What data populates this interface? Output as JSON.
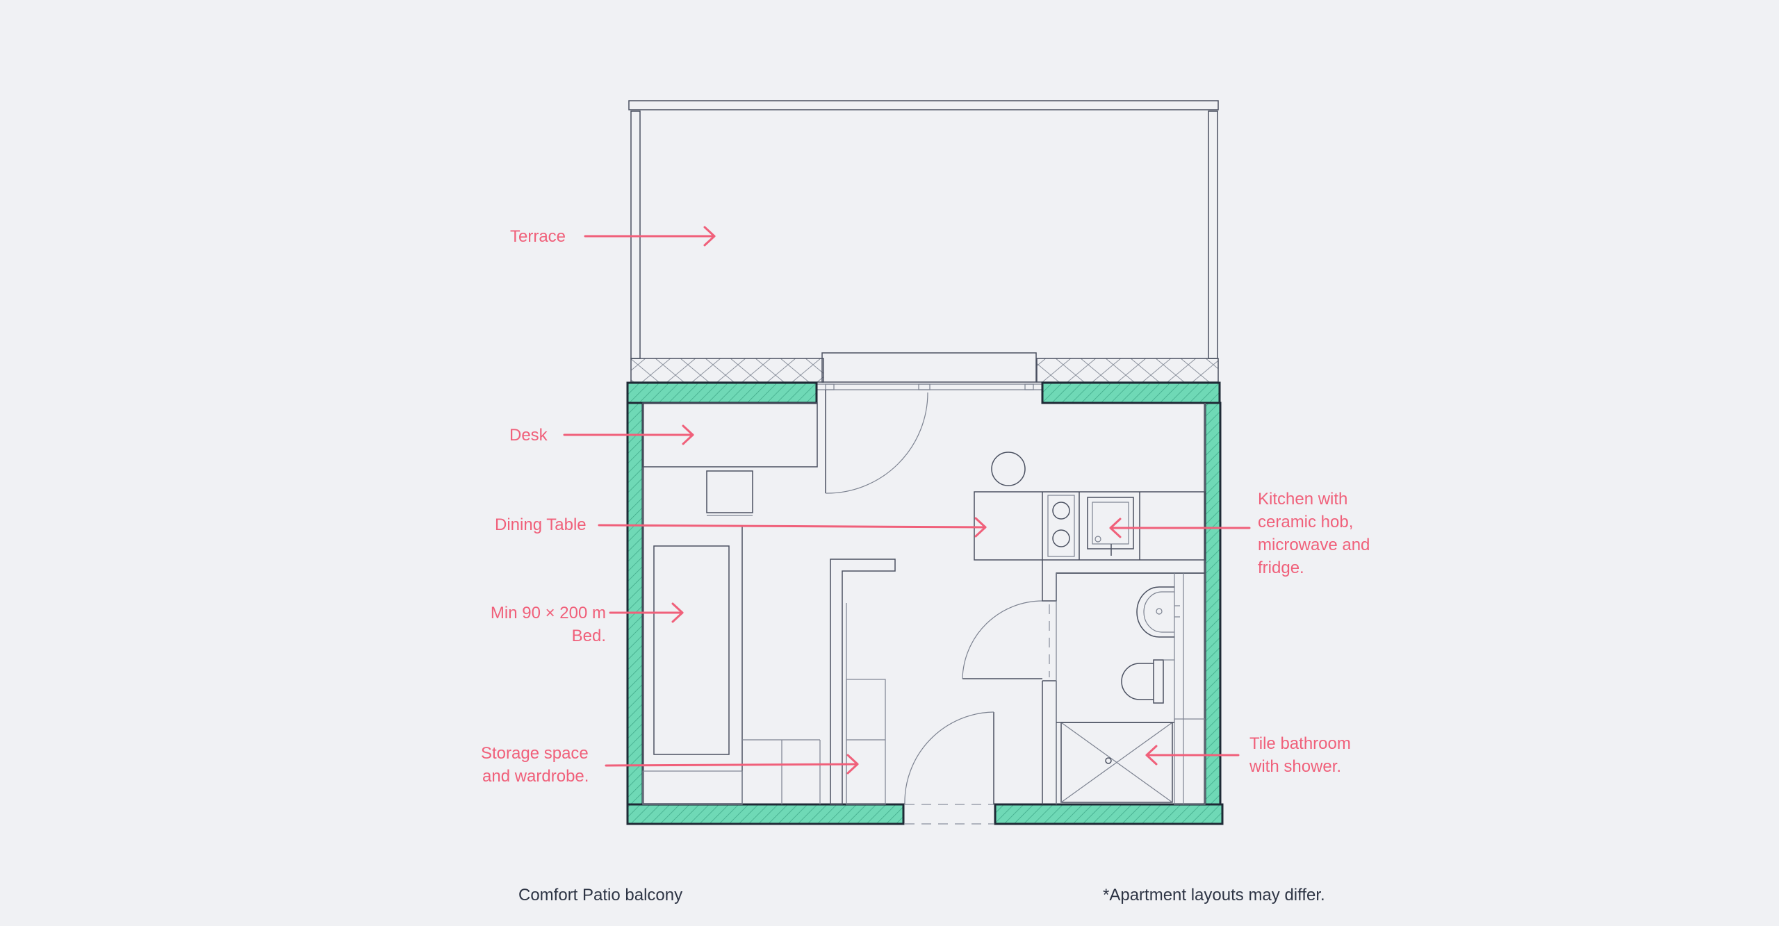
{
  "labels": {
    "terrace": "Terrace",
    "desk": "Desk",
    "dining_table": "Dining Table",
    "bed_line1": "Min 90 × 200 m",
    "bed_line2": "Bed.",
    "storage_line1": "Storage space",
    "storage_line2": "and wardrobe.",
    "kitchen_line1": "Kitchen with",
    "kitchen_line2": "ceramic hob,",
    "kitchen_line3": "microwave and",
    "kitchen_line4": "fridge.",
    "bathroom_line1": "Tile bathroom",
    "bathroom_line2": "with shower."
  },
  "captions": {
    "layout_name": "Comfort Patio balcony",
    "disclaimer": "*Apartment layouts may differ."
  },
  "colors": {
    "accent": "#f0607a",
    "wall_fill": "#6fd9b6",
    "line": "#4a5060",
    "background": "#f0f1f4",
    "caption": "#2d3444"
  }
}
